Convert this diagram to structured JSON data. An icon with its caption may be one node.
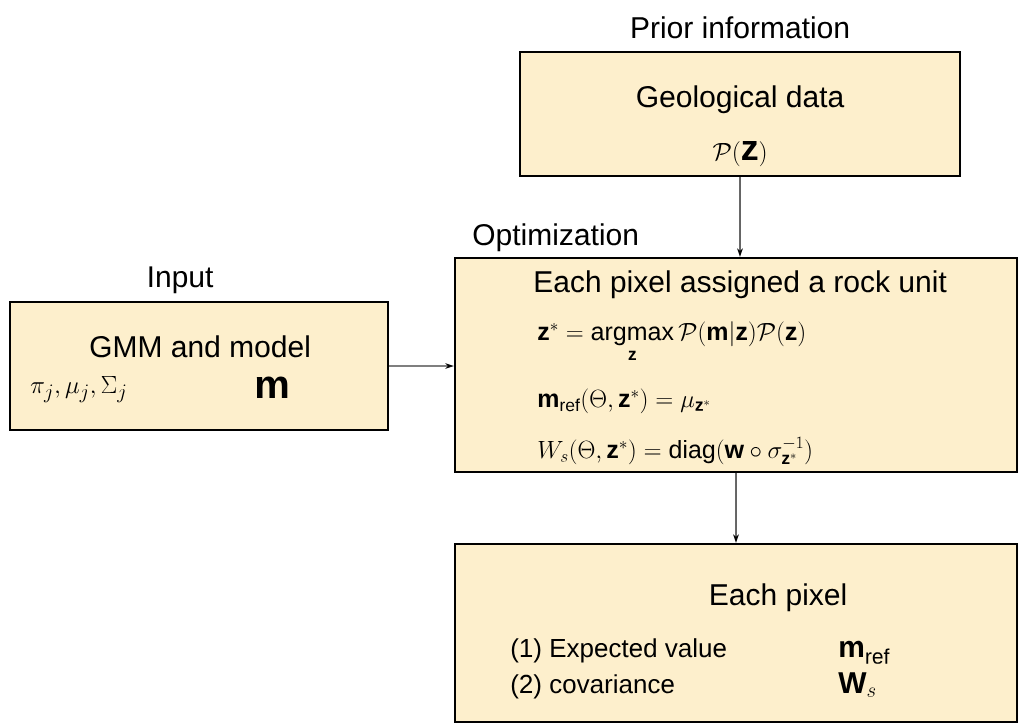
{
  "diagram": {
    "nodes": [
      {
        "text": [
          "Prior information",
          "Geological data",
          "\\mathcal{P}(\\mathbf{z})"
        ]
      },
      {
        "text": [
          "Input",
          "GMM and model",
          "\\pi_j, \\mu_j, \\Sigma_j",
          "\\mathbf{m}"
        ]
      },
      {
        "text": [
          "Optimization",
          "Each pixel assigned a rock unit",
          "\\mathbf{z}^{*} = \\underset{\\mathbf{z}}{\\operatorname{argmax}}\\,\\mathcal{P}(\\mathbf{m}|\\mathbf{z})\\mathcal{P}(\\mathbf{z})",
          "\\mathbf{m}_{\\mathrm{ref}}(\\Theta, \\mathbf{z}^{*}) = \\mu_{\\mathbf{z}^{*}}",
          "W_s(\\Theta, \\mathbf{z}^{*}) = \\mathrm{diag}(\\mathbf{w} \\circ \\sigma_{\\mathbf{z}^{*}}^{-1})"
        ]
      },
      {
        "text": [
          "Each pixel",
          "(1) Expected value",
          "\\mathbf{m}_{\\mathrm{ref}}",
          "(2) covariance",
          "\\mathbf{W}_s"
        ]
      }
    ],
    "edges": [
      {
        "from": 0,
        "to": 2,
        "arrow": "to"
      },
      {
        "from": 1,
        "to": 2,
        "arrow": "to"
      },
      {
        "from": 2,
        "to": 3,
        "arrow": "to"
      }
    ]
  }
}
